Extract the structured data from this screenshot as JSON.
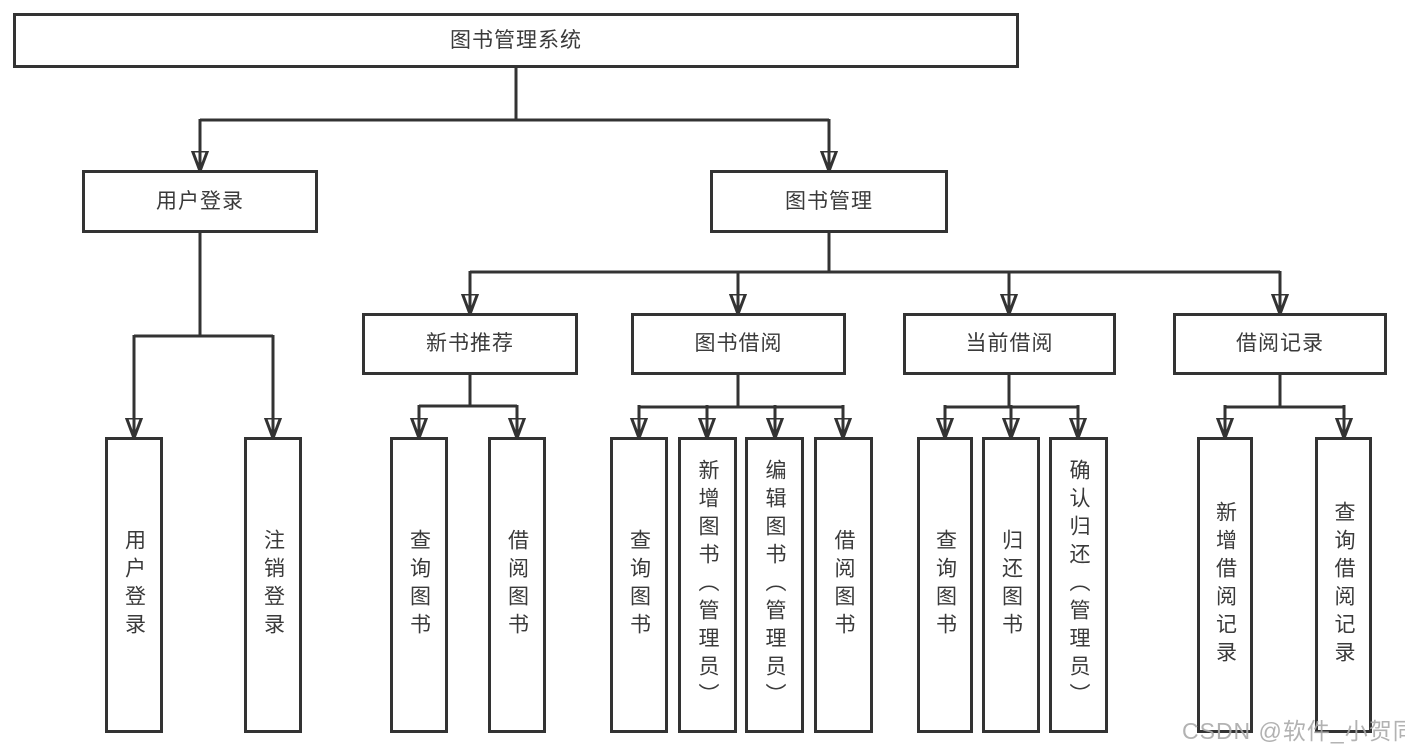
{
  "diagram": {
    "root": "图书管理系统",
    "level2": [
      "用户登录",
      "图书管理"
    ],
    "level3": [
      "新书推荐",
      "图书借阅",
      "当前借阅",
      "借阅记录"
    ],
    "leaves_user_login": [
      "用户登录",
      "注销登录"
    ],
    "leaves_new_book": [
      "查询图书",
      "借阅图书"
    ],
    "leaves_book_borrow": [
      "查询图书",
      "新增图书（管理员）",
      "编辑图书（管理员）",
      "借阅图书"
    ],
    "leaves_current_borrow": [
      "查询图书",
      "归还图书",
      "确认归还（管理员）"
    ],
    "leaves_borrow_records": [
      "新增借阅记录",
      "查询借阅记录"
    ]
  },
  "watermark": "CSDN @软件_小贺同学",
  "colors": {
    "line": "#333333",
    "text": "#3a3a3a",
    "box_background": "#ffffff",
    "watermark": "#aaaaaa"
  }
}
